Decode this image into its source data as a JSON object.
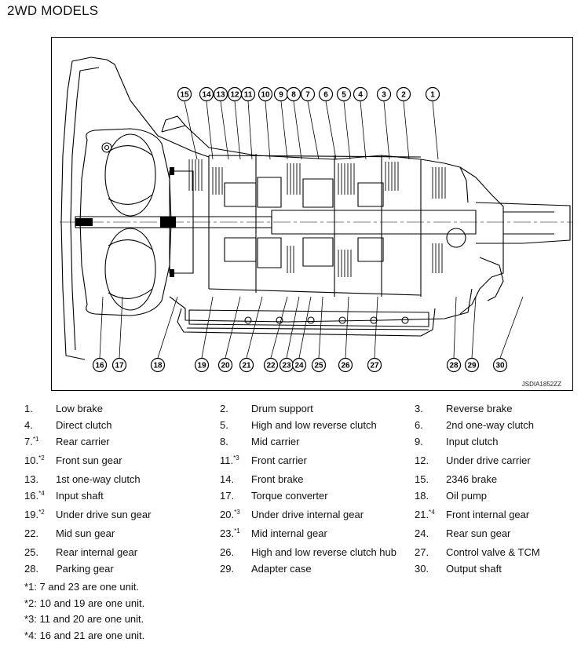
{
  "title": "2WD MODELS",
  "figure": {
    "code": "JSDIA1852ZZ",
    "top_callouts": [
      "15",
      "14",
      "13",
      "12",
      "11",
      "10",
      "9",
      "8",
      "7",
      "6",
      "5",
      "4",
      "3",
      "2",
      "1"
    ],
    "bottom_callouts": [
      "16",
      "17",
      "18",
      "19",
      "20",
      "21",
      "22",
      "23",
      "24",
      "25",
      "26",
      "27",
      "28",
      "29",
      "30"
    ]
  },
  "legend": [
    {
      "num": "1.",
      "sup": "",
      "label": "Low brake"
    },
    {
      "num": "2.",
      "sup": "",
      "label": "Drum support"
    },
    {
      "num": "3.",
      "sup": "",
      "label": "Reverse brake"
    },
    {
      "num": "4.",
      "sup": "",
      "label": "Direct clutch"
    },
    {
      "num": "5.",
      "sup": "",
      "label": "High and low reverse clutch"
    },
    {
      "num": "6.",
      "sup": "",
      "label": "2nd one-way clutch"
    },
    {
      "num": "7.",
      "sup": "*1",
      "label": "Rear carrier"
    },
    {
      "num": "8.",
      "sup": "",
      "label": "Mid carrier"
    },
    {
      "num": "9.",
      "sup": "",
      "label": "Input clutch"
    },
    {
      "num": "10.",
      "sup": "*2",
      "label": "Front sun gear"
    },
    {
      "num": "11.",
      "sup": "*3",
      "label": "Front carrier"
    },
    {
      "num": "12.",
      "sup": "",
      "label": "Under drive carrier"
    },
    {
      "num": "13.",
      "sup": "",
      "label": "1st one-way clutch"
    },
    {
      "num": "14.",
      "sup": "",
      "label": "Front brake"
    },
    {
      "num": "15.",
      "sup": "",
      "label": "2346 brake"
    },
    {
      "num": "16.",
      "sup": "*4",
      "label": "Input shaft"
    },
    {
      "num": "17.",
      "sup": "",
      "label": "Torque converter"
    },
    {
      "num": "18.",
      "sup": "",
      "label": "Oil pump"
    },
    {
      "num": "19.",
      "sup": "*2",
      "label": "Under drive sun gear"
    },
    {
      "num": "20.",
      "sup": "*3",
      "label": "Under drive internal gear"
    },
    {
      "num": "21.",
      "sup": "*4",
      "label": "Front internal gear"
    },
    {
      "num": "22.",
      "sup": "",
      "label": "Mid sun gear"
    },
    {
      "num": "23.",
      "sup": "*1",
      "label": "Mid internal gear"
    },
    {
      "num": "24.",
      "sup": "",
      "label": "Rear sun gear"
    },
    {
      "num": "25.",
      "sup": "",
      "label": "Rear internal gear"
    },
    {
      "num": "26.",
      "sup": "",
      "label": "High and low reverse clutch hub"
    },
    {
      "num": "27.",
      "sup": "",
      "label": "Control valve & TCM"
    },
    {
      "num": "28.",
      "sup": "",
      "label": "Parking gear"
    },
    {
      "num": "29.",
      "sup": "",
      "label": "Adapter case"
    },
    {
      "num": "30.",
      "sup": "",
      "label": "Output shaft"
    }
  ],
  "notes": [
    "*1: 7 and 23 are one unit.",
    "*2: 10 and 19 are one unit.",
    "*3: 11 and 20 are one unit.",
    "*4: 16 and 21 are one unit."
  ]
}
